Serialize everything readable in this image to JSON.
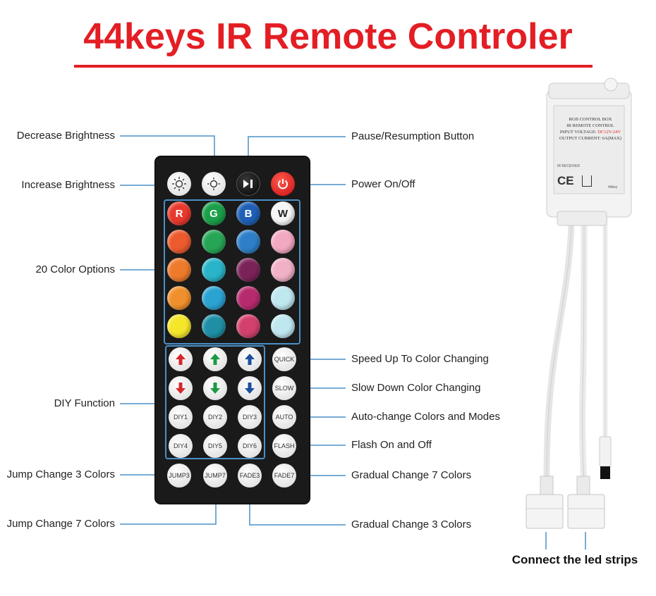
{
  "title": "44keys IR Remote Controler",
  "labels": {
    "decrease_brightness": "Decrease Brightness",
    "increase_brightness": "Increase Brightness",
    "color_options": "20 Color Options",
    "diy_function": "DIY Function",
    "jump3": "Jump Change 3 Colors",
    "jump7": "Jump Change 7 Colors",
    "pause": "Pause/Resumption Button",
    "power": "Power On/Off",
    "speed_up": "Speed Up To Color Changing",
    "slow_down": "Slow Down Color Changing",
    "auto_change": "Auto-change Colors and Modes",
    "flash": "Flash On and Off",
    "gradual7": "Gradual Change 7 Colors",
    "gradual3": "Gradual Change 3 Colors"
  },
  "caption": "Connect the led strips",
  "remote": {
    "color_row1": [
      "R",
      "G",
      "B",
      "W"
    ],
    "colors": [
      "#e8392e",
      "#1aa049",
      "#1f5fb5",
      "#f6f6f6",
      "#ec5a2e",
      "#26a655",
      "#2e7fc7",
      "#f2a8c1",
      "#ee7a2c",
      "#29b4c9",
      "#7b2358",
      "#f0b0c5",
      "#f0902c",
      "#2aa3d2",
      "#b62a6e",
      "#bfe7ef",
      "#f5e62a",
      "#1f8fa6",
      "#d2416e",
      "#bfe7ef"
    ],
    "diy": [
      "DIY1",
      "DIY2",
      "DIY3",
      "DIY4",
      "DIY5",
      "DIY6"
    ],
    "side": [
      "QUICK",
      "SLOW",
      "AUTO",
      "FLASH"
    ],
    "bottom": [
      "JUMP3",
      "JUMP7",
      "FADE3",
      "FADE7"
    ],
    "arrow_colors": [
      "#d8262b",
      "#1a9a43",
      "#1d4f9e"
    ]
  },
  "control_box": {
    "line1": "RGB CONTROL BOX",
    "line2": "IR REMOTE CONTROL",
    "line3_label": "INPUT VOLTAGE:",
    "line3_value": "DC12V-24V",
    "line4": "OUTPUT CURRENT: 6A(MAX)",
    "ir_receiver": "IR RECEIVER",
    "keys": "44key",
    "ce": "CE"
  }
}
